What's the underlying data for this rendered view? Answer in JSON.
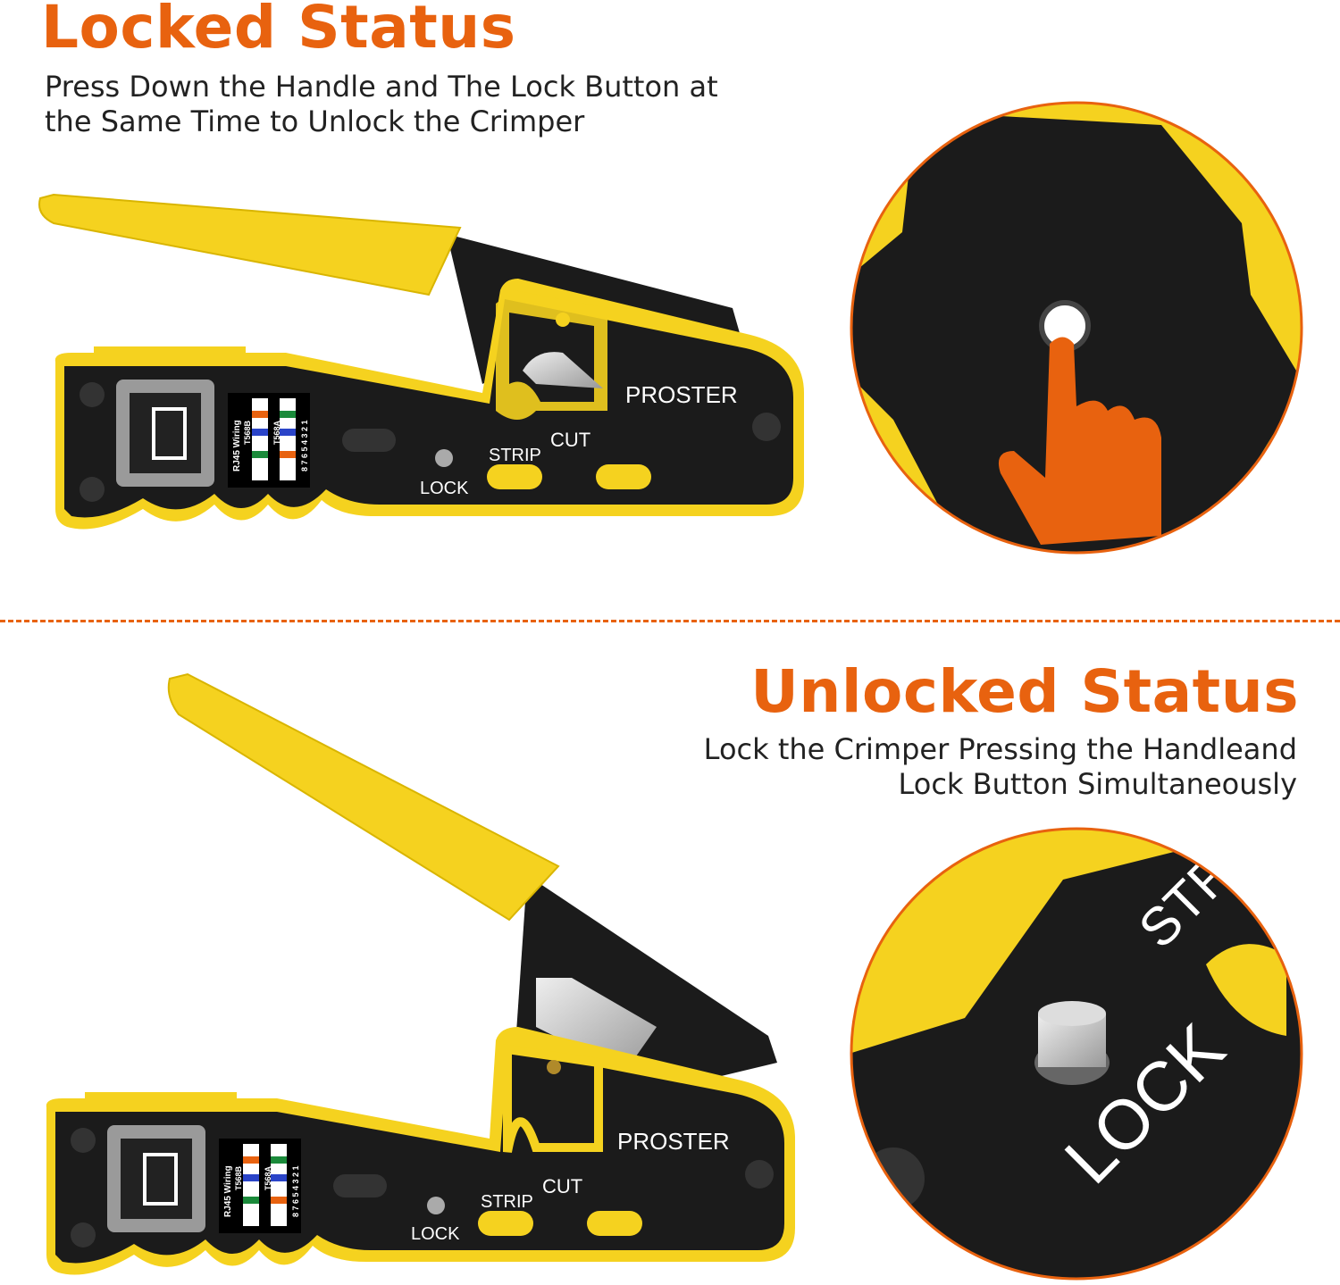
{
  "colors": {
    "accent": "#E8620F",
    "tool_yellow": "#F5D21F",
    "tool_black": "#1B1B1B"
  },
  "locked": {
    "title": "Locked Status",
    "description_line1": "Press Down the Handle and The Lock Button at",
    "description_line2": "the Same Time to Unlock the Crimper"
  },
  "unlocked": {
    "title": "Unlocked Status",
    "description_line1": "Lock the Crimper Pressing the Handleand",
    "description_line2": "Lock Button Simultaneously",
    "closeup_labels": {
      "strip": "STR",
      "lock": "LOCK"
    }
  },
  "tool_labels": {
    "brand": "PROSTER",
    "cut": "CUT",
    "strip": "STRIP",
    "lock": "LOCK",
    "wiring_title": "RJ45 Wiring",
    "t568b": "T568B",
    "t568a": "T568A",
    "pins": "8 7 6 5 4 3 2 1"
  },
  "icons": [
    "pointing-hand-icon",
    "lock-button-icon"
  ]
}
